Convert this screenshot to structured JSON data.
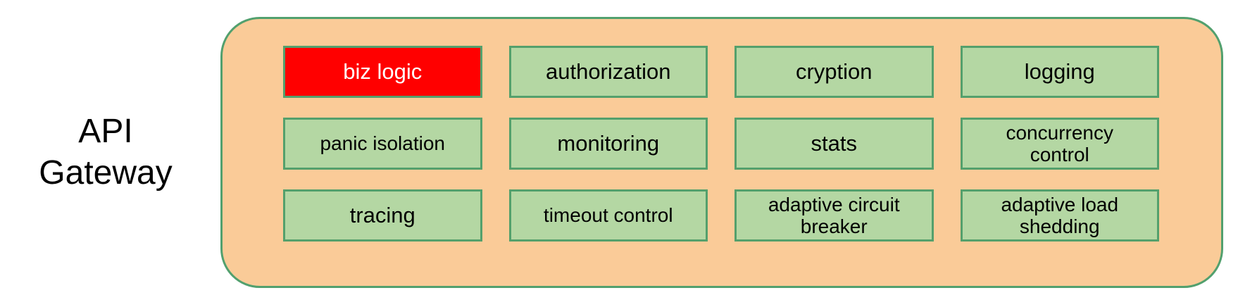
{
  "gateway": {
    "label": "API\nGateway",
    "boxes": [
      {
        "label": "biz logic",
        "highlighted": true
      },
      {
        "label": "authorization",
        "highlighted": false
      },
      {
        "label": "cryption",
        "highlighted": false
      },
      {
        "label": "logging",
        "highlighted": false
      },
      {
        "label": "panic isolation",
        "highlighted": false
      },
      {
        "label": "monitoring",
        "highlighted": false
      },
      {
        "label": "stats",
        "highlighted": false
      },
      {
        "label": "concurrency\ncontrol",
        "highlighted": false
      },
      {
        "label": "tracing",
        "highlighted": false
      },
      {
        "label": "timeout control",
        "highlighted": false
      },
      {
        "label": "adaptive circuit\nbreaker",
        "highlighted": false
      },
      {
        "label": "adaptive load\nshedding",
        "highlighted": false
      }
    ]
  },
  "colors": {
    "container_fill": "#FACB98",
    "container_border": "#52A06E",
    "box_fill": "#B4D7A3",
    "box_border": "#54A06C",
    "highlight_fill": "#FF0000",
    "highlight_text": "#FFFFFF",
    "text": "#000000"
  }
}
